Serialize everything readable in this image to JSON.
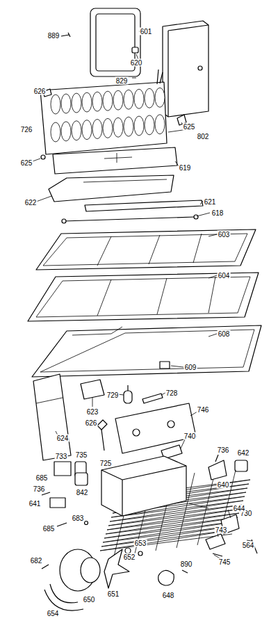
{
  "diagram": {
    "labels": [
      "889",
      "601",
      "620",
      "829",
      "626",
      "802",
      "726",
      "625",
      "625",
      "619",
      "622",
      "621",
      "618",
      "603",
      "604",
      "608",
      "609",
      "623",
      "729",
      "728",
      "624",
      "746",
      "626",
      "740",
      "733",
      "735",
      "725",
      "736",
      "642",
      "842",
      "685",
      "736",
      "640",
      "641",
      "730",
      "683",
      "644",
      "685",
      "743",
      "564",
      "682",
      "653",
      "652",
      "745",
      "648",
      "890",
      "650",
      "651",
      "654"
    ]
  }
}
